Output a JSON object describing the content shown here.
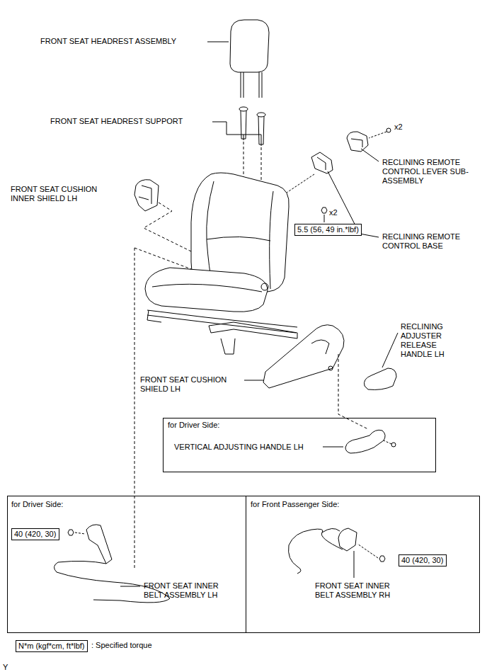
{
  "diagram": {
    "nodes": [
      {
        "text": [
          "5.5 (56, 49 in.*lbf)"
        ]
      },
      {
        "text": [
          "for Driver Side:",
          "VERTICAL ADJUSTING HANDLE LH"
        ]
      },
      {
        "text": [
          "for Driver Side:",
          "FRONT SEAT INNER BELT ASSEMBLY LH"
        ]
      },
      {
        "text": [
          "40 (420, 30)"
        ],
        "in": 2
      },
      {
        "text": [
          "for Front Passenger Side:",
          "FRONT SEAT INNER BELT ASSEMBLY RH"
        ]
      },
      {
        "text": [
          "40 (420, 30)"
        ],
        "in": 4
      },
      {
        "text": [
          "N*m (kgf*cm, ft*lbf)"
        ]
      }
    ],
    "labels": [
      "FRONT SEAT HEADREST ASSEMBLY",
      "FRONT SEAT HEADREST SUPPORT",
      "x2",
      "RECLINING REMOTE CONTROL LEVER SUB-ASSEMBLY",
      "FRONT SEAT CUSHION INNER SHIELD LH",
      "x2",
      "RECLINING REMOTE CONTROL BASE",
      "RECLINING ADJUSTER RELEASE HANDLE LH",
      "FRONT SEAT CUSHION SHIELD LH",
      ": Specified torque",
      "Y"
    ]
  }
}
